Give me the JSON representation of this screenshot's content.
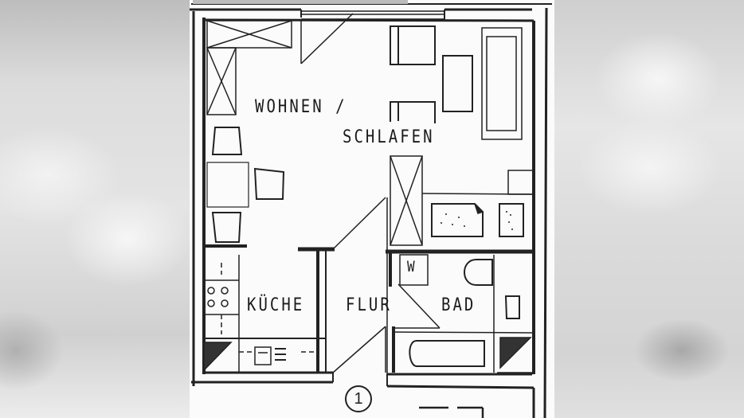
{
  "floorplan": {
    "rooms": [
      {
        "id": "wohnen",
        "label_line1": "WOHNEN /",
        "label_line2": "SCHLAFEN"
      },
      {
        "id": "kueche",
        "label": "KÜCHE"
      },
      {
        "id": "flur",
        "label": "FLUR"
      },
      {
        "id": "bad",
        "label": "BAD"
      }
    ],
    "fixtures": {
      "washer_label": "W"
    },
    "apartment_number": "1"
  },
  "colors": {
    "line": "#222222",
    "paper": "#fbfbfb",
    "background_blur": "#d8d8d8"
  }
}
